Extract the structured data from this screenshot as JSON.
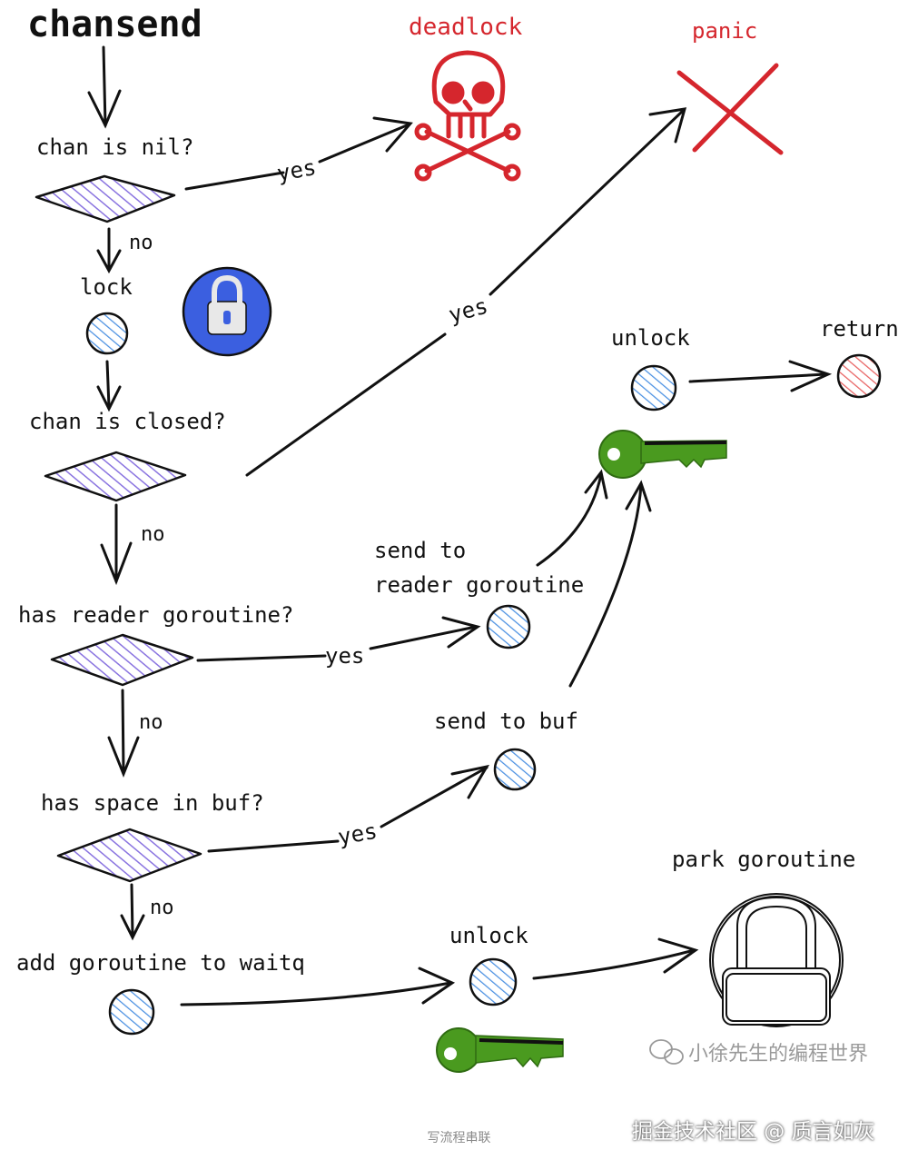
{
  "title": "chansend",
  "labels": {
    "deadlock": "deadlock",
    "panic": "panic",
    "chan_is_nil": "chan is nil?",
    "lock": "lock",
    "chan_is_closed": "chan is closed?",
    "has_reader": "has reader goroutine?",
    "has_space": "has space in buf?",
    "add_to_waitq": "add goroutine to waitq",
    "send_to_reader_1": "send to",
    "send_to_reader_2": "reader goroutine",
    "send_to_buf": "send to buf",
    "unlock_top": "unlock",
    "unlock_bottom": "unlock",
    "return": "return",
    "park": "park goroutine"
  },
  "edges": {
    "yes_nil": "yes",
    "no_nil": "no",
    "yes_closed": "yes",
    "no_closed": "no",
    "yes_reader": "yes",
    "no_reader": "no",
    "yes_space": "yes",
    "no_space": "no"
  },
  "icons": [
    "skull-icon",
    "cross-icon",
    "lock-icon",
    "key-icon",
    "padlock-icon",
    "wechat-icon"
  ],
  "colors": {
    "ink": "#111111",
    "red": "#d5262d",
    "blue_badge": "#3b5fe0",
    "diamond_hatch": "#8a74e0",
    "node_hatch": "#4a90e2",
    "return_hatch": "#e86060",
    "key_green": "#4a9a1f"
  },
  "watermark": "小徐先生的编程世界",
  "source": "掘金技术社区 @ 质言如灰",
  "caption": "写流程串联"
}
